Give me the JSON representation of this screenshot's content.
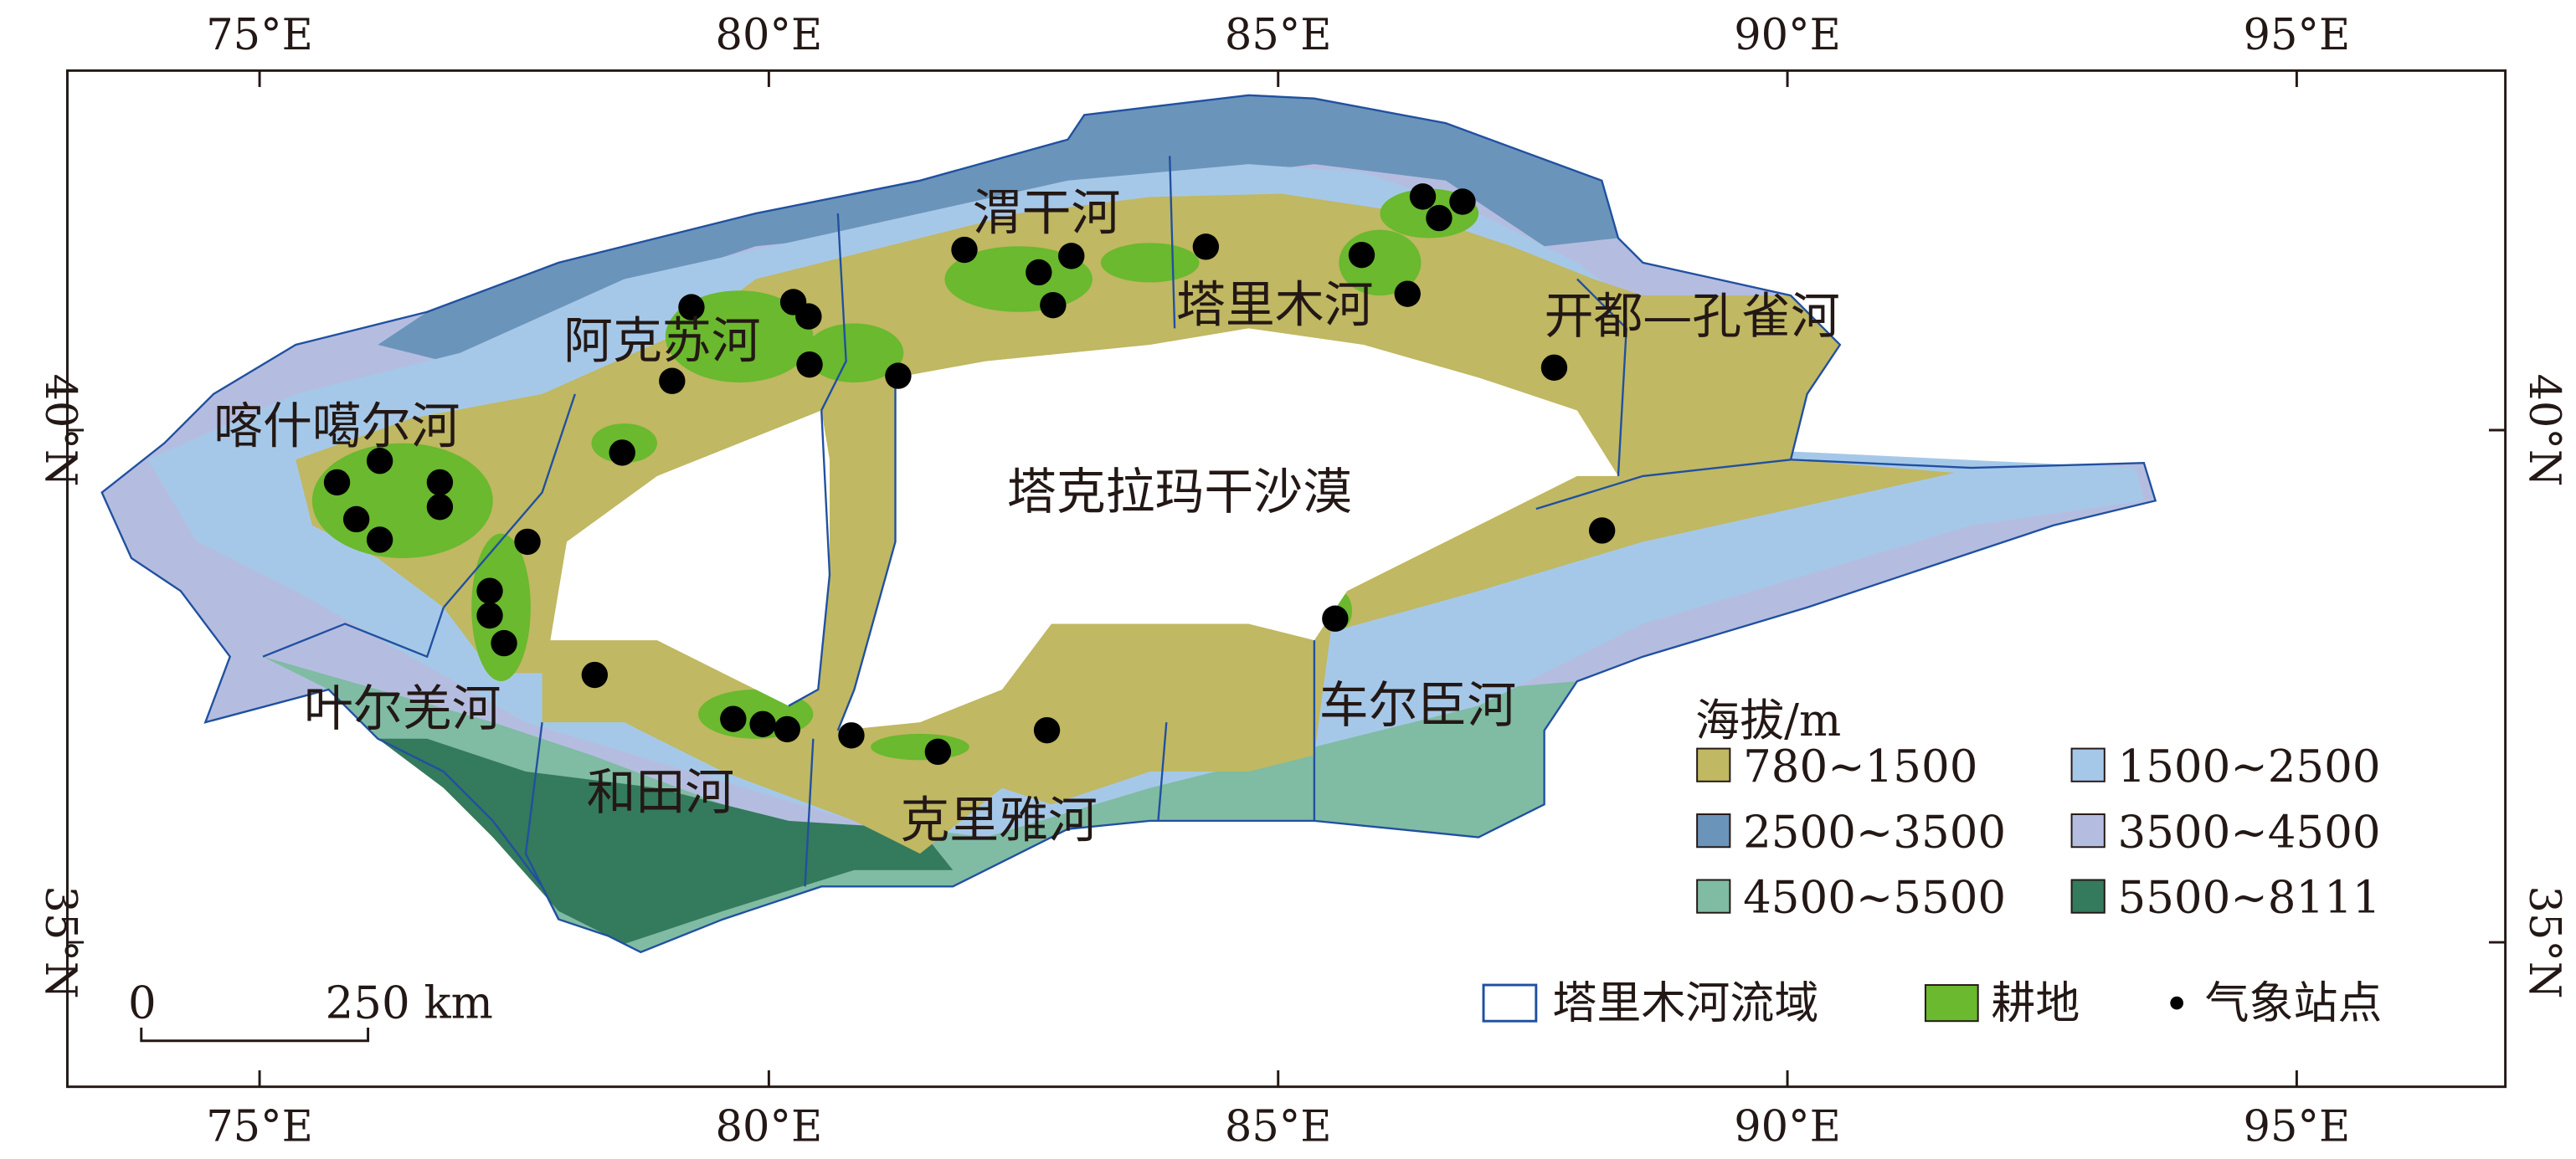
{
  "axes": {
    "lon_ticks": [
      "75°E",
      "80°E",
      "85°E",
      "90°E",
      "95°E"
    ],
    "lat_ticks": [
      "40°N",
      "35°N"
    ]
  },
  "regions": {
    "kashgar": "喀什噶尔河",
    "aksu": "阿克苏河",
    "weigan": "渭干河",
    "tarim": "塔里木河",
    "kaidu": "开都—孔雀河",
    "desert": "塔克拉玛干沙漠",
    "yarkand": "叶尔羌河",
    "hotan": "和田河",
    "keriya": "克里雅河",
    "qarqan": "车尔臣河"
  },
  "legend": {
    "title": "海拔/m",
    "classes": [
      {
        "label": "780~1500",
        "color": "#c0b862"
      },
      {
        "label": "1500~2500",
        "color": "#a6c8e8"
      },
      {
        "label": "2500~3500",
        "color": "#6b94ba"
      },
      {
        "label": "3500~4500",
        "color": "#b4bde0"
      },
      {
        "label": "4500~5500",
        "color": "#80bba3"
      },
      {
        "label": "5500~8111",
        "color": "#347a5c"
      }
    ],
    "basin": "塔里木河流域",
    "cropland": "耕地",
    "station": "气象站点",
    "basin_color": "#2050a0",
    "cropland_color": "#6ab92e"
  },
  "scale_bar": {
    "zero": "0",
    "label": "250 km"
  },
  "stations": [
    [
      75.76,
      39.49
    ],
    [
      76.18,
      39.7
    ],
    [
      76.77,
      39.49
    ],
    [
      76.77,
      39.25
    ],
    [
      75.95,
      39.13
    ],
    [
      76.18,
      38.93
    ],
    [
      77.63,
      38.91
    ],
    [
      77.26,
      38.43
    ],
    [
      77.26,
      38.19
    ],
    [
      77.4,
      37.92
    ],
    [
      78.56,
      39.78
    ],
    [
      79.05,
      40.48
    ],
    [
      79.24,
      41.2
    ],
    [
      80.24,
      41.25
    ],
    [
      80.39,
      41.11
    ],
    [
      80.4,
      40.64
    ],
    [
      81.27,
      40.53
    ],
    [
      81.92,
      41.76
    ],
    [
      82.65,
      41.54
    ],
    [
      82.97,
      41.7
    ],
    [
      82.79,
      41.22
    ],
    [
      84.29,
      41.79
    ],
    [
      85.82,
      41.71
    ],
    [
      86.27,
      41.33
    ],
    [
      86.42,
      42.28
    ],
    [
      86.58,
      42.07
    ],
    [
      86.81,
      42.23
    ],
    [
      87.71,
      40.61
    ],
    [
      88.18,
      39.02
    ],
    [
      85.56,
      38.16
    ],
    [
      78.29,
      37.61
    ],
    [
      79.65,
      37.18
    ],
    [
      79.94,
      37.13
    ],
    [
      80.18,
      37.08
    ],
    [
      80.81,
      37.02
    ],
    [
      81.66,
      36.86
    ],
    [
      82.73,
      37.07
    ]
  ]
}
